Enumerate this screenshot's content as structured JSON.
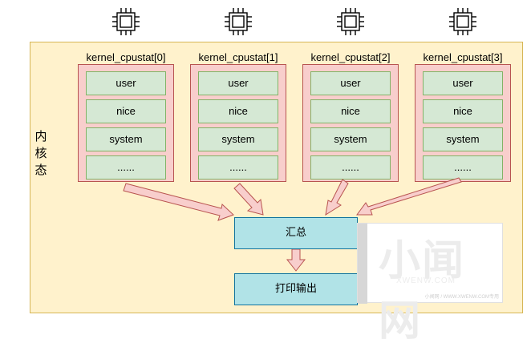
{
  "diagram": {
    "side_label": "内核态",
    "cpus": [
      {
        "title": "kernel_cpustat[0]",
        "fields": [
          "user",
          "nice",
          "system",
          "......"
        ]
      },
      {
        "title": "kernel_cpustat[1]",
        "fields": [
          "user",
          "nice",
          "system",
          "......"
        ]
      },
      {
        "title": "kernel_cpustat[2]",
        "fields": [
          "user",
          "nice",
          "system",
          "......"
        ]
      },
      {
        "title": "kernel_cpustat[3]",
        "fields": [
          "user",
          "nice",
          "system",
          "......"
        ]
      }
    ],
    "aggregate_label": "汇总",
    "output_label": "打印输出",
    "icons": [
      "cpu-chip-icon"
    ],
    "colors": {
      "kernel_fill": "#fff2cc",
      "cpu_fill": "#f8cecc",
      "field_fill": "#d5e8d4",
      "node_fill": "#b1e3e7",
      "arrow_fill": "#f8cecc",
      "arrow_stroke": "#b85450"
    }
  },
  "watermark": {
    "text": "小闻网",
    "sub": "XWENW.COM",
    "foot": "小闻网 / WWW.XWENW.COM专用"
  }
}
